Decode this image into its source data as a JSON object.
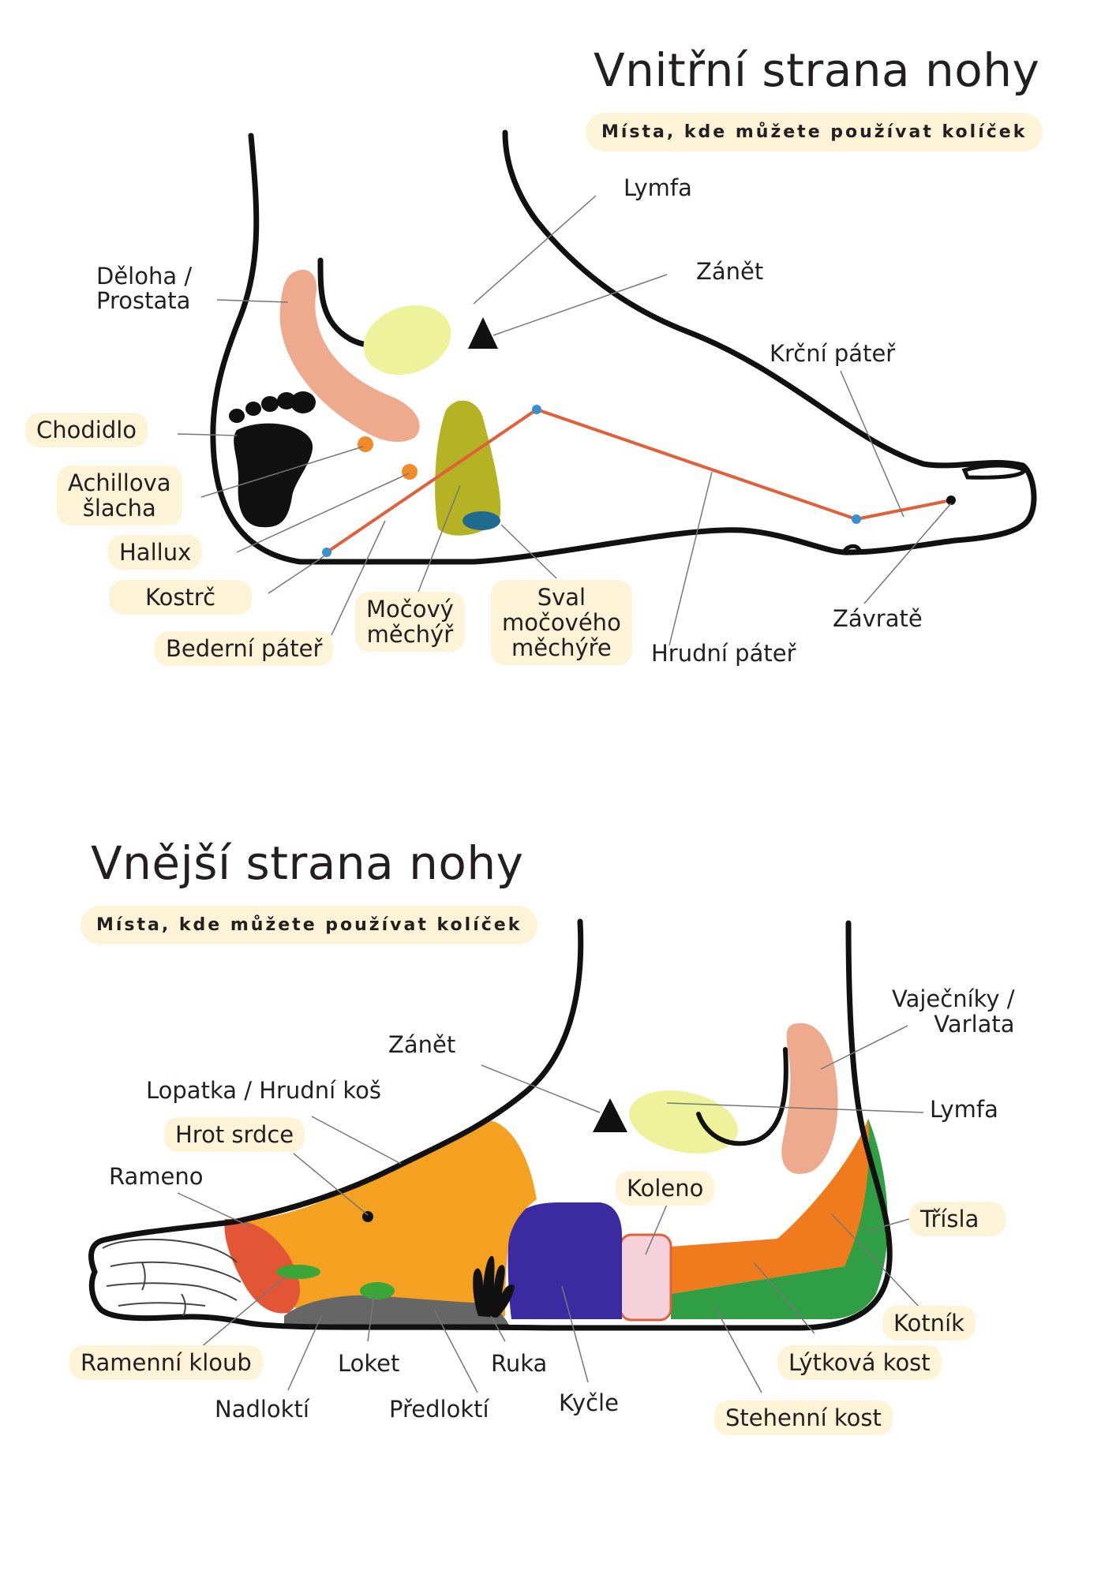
{
  "inner": {
    "title": "Vnitřní strana nohy",
    "badge": "Místa, kde můžete používat kolíček",
    "labels": {
      "lymfa": "Lymfa",
      "zanet": "Zánět",
      "deloha": "Děloha /\nProstata",
      "krcni": "Krční páteř",
      "chodidlo": "Chodidlo",
      "achillova": "Achillova\nšlacha",
      "hallux": "Hallux",
      "kostrc": "Kostrč",
      "bederni": "Bederní páteř",
      "mocovy": "Močový\nměchýř",
      "sval": "Sval\nmočového\nměchýře",
      "hrudni": "Hrudní páteř",
      "zavrate": "Závratě"
    }
  },
  "outer": {
    "title": "Vnější strana nohy",
    "badge": "Místa, kde můžete používat kolíček",
    "labels": {
      "zanet": "Zánět",
      "vajecniky": "Vaječníky /\nVarlata",
      "lopatka": "Lopatka / Hrudní koš",
      "lymfa": "Lymfa",
      "hrot": "Hrot srdce",
      "rameno": "Rameno",
      "koleno": "Koleno",
      "trisla": "Třísla",
      "kotnik": "Kotník",
      "ramenni": "Ramenní kloub",
      "loket": "Loket",
      "ruka": "Ruka",
      "lytkova": "Lýtková kost",
      "nadlokti": "Nadloktí",
      "predlokti": "Předloktí",
      "kycle": "Kyčle",
      "stehenni": "Stehenní kost"
    }
  },
  "colors": {
    "outline": "#111111",
    "highlight": "#fdf3d6",
    "uterus": "#eeaa8c",
    "lymph": "#eef29a",
    "bladder": "#b5b223",
    "bladder_muscle": "#1f6b8f",
    "spine_line": "#e0603a",
    "spine_dot": "#3a8fd1",
    "dot_orange": "#f08a2a",
    "orange": "#f4a121",
    "red": "#e25535",
    "dark_orange": "#f07b1d",
    "green": "#2f9e44",
    "light_green": "#a8d84a",
    "purple": "#3c2aa0",
    "pink": "#f5d2db",
    "grey": "#666666",
    "leaf": "#3aa637"
  }
}
